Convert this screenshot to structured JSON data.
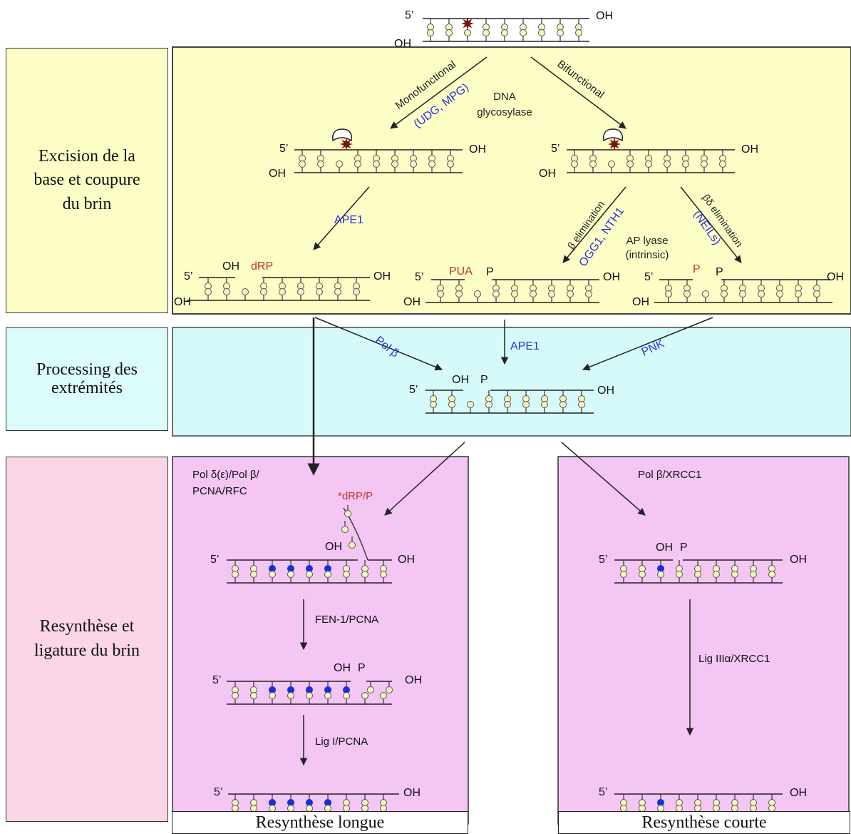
{
  "stages": {
    "excision": "Excision de la\nbase et coupure\ndu brin",
    "processing": "Processing des\nextrémités",
    "resynthesis": "Resynthèse et\nligature du brin"
  },
  "footer": {
    "long": "Resynthèse longue",
    "short": "Resynthèse courte"
  },
  "dna_labels": {
    "five_prime": "5’",
    "oh": "OH",
    "p": "P",
    "drp": "dRP",
    "pua": "PUA",
    "drp_p": "*dRP/P"
  },
  "branches": {
    "monofunctional": "Monofunctional",
    "mono_enzymes": "(UDG, MPG)",
    "bifunctional": "Bifunctional",
    "dna": "DNA",
    "glycosylase": "glycosylase",
    "beta_elimination": "β elimination",
    "bifunc_enzymes": "OGG1, NTH1",
    "ap_lyase": "AP lyase",
    "intrinsic": "(intrinsic)",
    "bd_elimination": "βδ elimination",
    "neils": "(NEILs)"
  },
  "enzymes": {
    "ape1": "APE1",
    "pol_beta": "Pol β",
    "pnk": "PNK",
    "long_complex_1": "Pol δ(ε)/Pol β/",
    "long_complex_2": "PCNA/RFC",
    "fen1": "FEN-1/PCNA",
    "lig1": "Lig I/PCNA",
    "short_complex": "Pol β/XRCC1",
    "lig3": "Lig IIIα/XRCC1"
  },
  "colors": {
    "excision_panel": "#fdfdc6",
    "processing_panel": "#d6fafa",
    "resynthesis_panel": "#f3c6f4",
    "resynthesis_label": "#fbd6e6",
    "excision_label": "#fdfdc6",
    "processing_label": "#dcfcfc",
    "enzyme_text": "#2b32e0",
    "group_text": "#c0392b",
    "lesion": "#7a1212",
    "new_base": "#1530d8",
    "base_fill": "#f6f3c2"
  }
}
